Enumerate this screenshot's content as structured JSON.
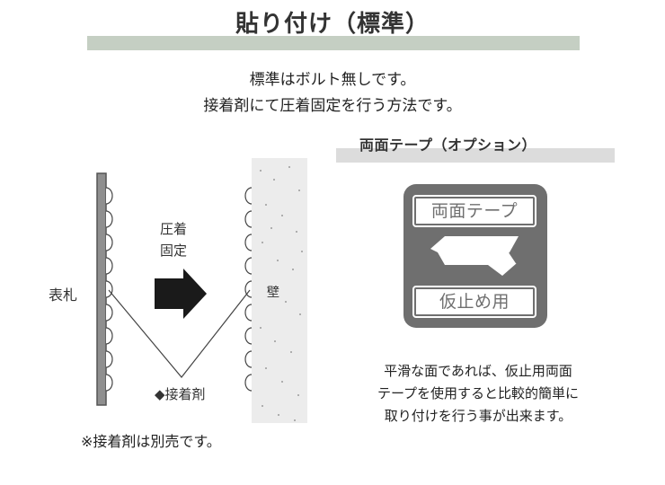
{
  "title": "貼り付け（標準）",
  "lead_lines": [
    "標準はボルト無しです。",
    "接着剤にて圧着固定を行う方法です。"
  ],
  "diagram": {
    "plate_label": "表札",
    "press_label_line1": "圧着",
    "press_label_line2": "固定",
    "wall_label": "壁",
    "adhesive_label": "◆接着剤"
  },
  "note": "※接着剤は別売です。",
  "option": {
    "title": "両面テープ（オプション）",
    "icon_top_text": "両面テープ",
    "icon_bottom_text": "仮止め用",
    "description_lines": [
      "平滑な面であれば、仮止用両面",
      "テープを使用すると比較的簡単に",
      "取り付けを行う事が出来ます。"
    ]
  },
  "colors": {
    "title_bar": "#c5cfc3",
    "option_bar": "#dcdcdc",
    "icon_bg": "#6f6f6f",
    "plate": "#8f8f8f",
    "wall_fill": "#ececec"
  }
}
